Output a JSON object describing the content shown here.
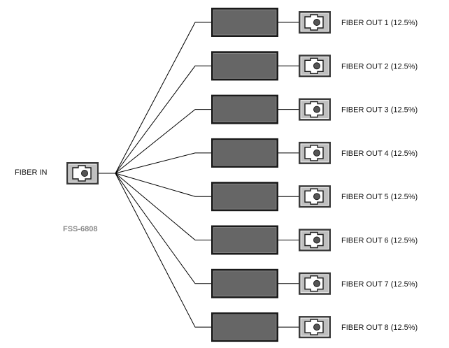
{
  "diagram": {
    "input_label": "FIBER IN",
    "model": "FSS-6808",
    "outputs": [
      {
        "label": "FIBER OUT 1 (12.5%)"
      },
      {
        "label": "FIBER OUT 2 (12.5%)"
      },
      {
        "label": "FIBER OUT 3 (12.5%)"
      },
      {
        "label": "FIBER OUT 4 (12.5%)"
      },
      {
        "label": "FIBER OUT 5 (12.5%)"
      },
      {
        "label": "FIBER OUT 6 (12.5%)"
      },
      {
        "label": "FIBER OUT 7 (12.5%)"
      },
      {
        "label": "FIBER OUT 8 (12.5%)"
      }
    ]
  },
  "colors": {
    "box_fill": "#666666",
    "connector_fill": "#bfbfbf",
    "line": "#000000",
    "model_text": "#8a8a8a"
  }
}
